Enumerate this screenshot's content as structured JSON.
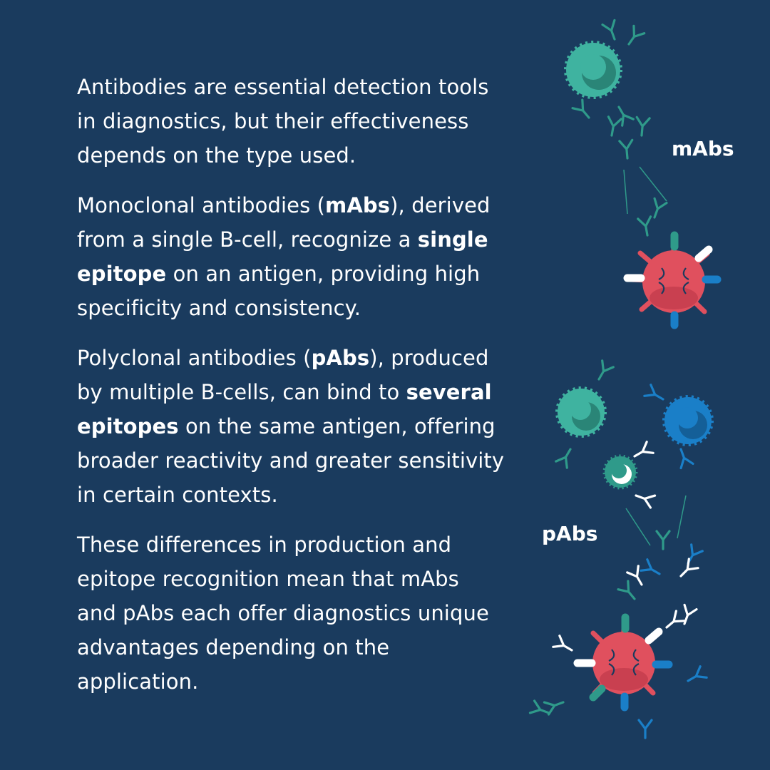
{
  "paragraphs": [
    {
      "segments": [
        {
          "text": "Antibodies are essential detection tools in diagnostics, but their effectiveness depends on the type used.",
          "bold": false
        }
      ]
    },
    {
      "segments": [
        {
          "text": "Monoclonal antibodies (",
          "bold": false
        },
        {
          "text": "mAbs",
          "bold": true
        },
        {
          "text": "), derived from a single B-cell, recognize a ",
          "bold": false
        },
        {
          "text": "single epitope",
          "bold": true
        },
        {
          "text": " on an antigen, providing high specificity and consistency.",
          "bold": false
        }
      ]
    },
    {
      "segments": [
        {
          "text": "Polyclonal antibodies (",
          "bold": false
        },
        {
          "text": "pAbs",
          "bold": true
        },
        {
          "text": "), produced by multiple B-cells, can bind to ",
          "bold": false
        },
        {
          "text": "several epitopes",
          "bold": true
        },
        {
          "text": " on the same antigen, offering broader reactivity and greater sensitivity in certain contexts.",
          "bold": false
        }
      ]
    },
    {
      "segments": [
        {
          "text": "These differences in production and epitope recognition mean that mAbs and pAbs each offer diagnostics unique advantages depending on the application.",
          "bold": false
        }
      ]
    }
  ],
  "illustration": {
    "mabs_label": "mAbs",
    "pabs_label": "pAbs",
    "colors": {
      "background": "#1a3b5e",
      "teal": "#2f9a8a",
      "teal_light": "#3fb3a0",
      "blue": "#1a7fc8",
      "antigen_red": "#e0505e",
      "white": "#ffffff"
    }
  }
}
